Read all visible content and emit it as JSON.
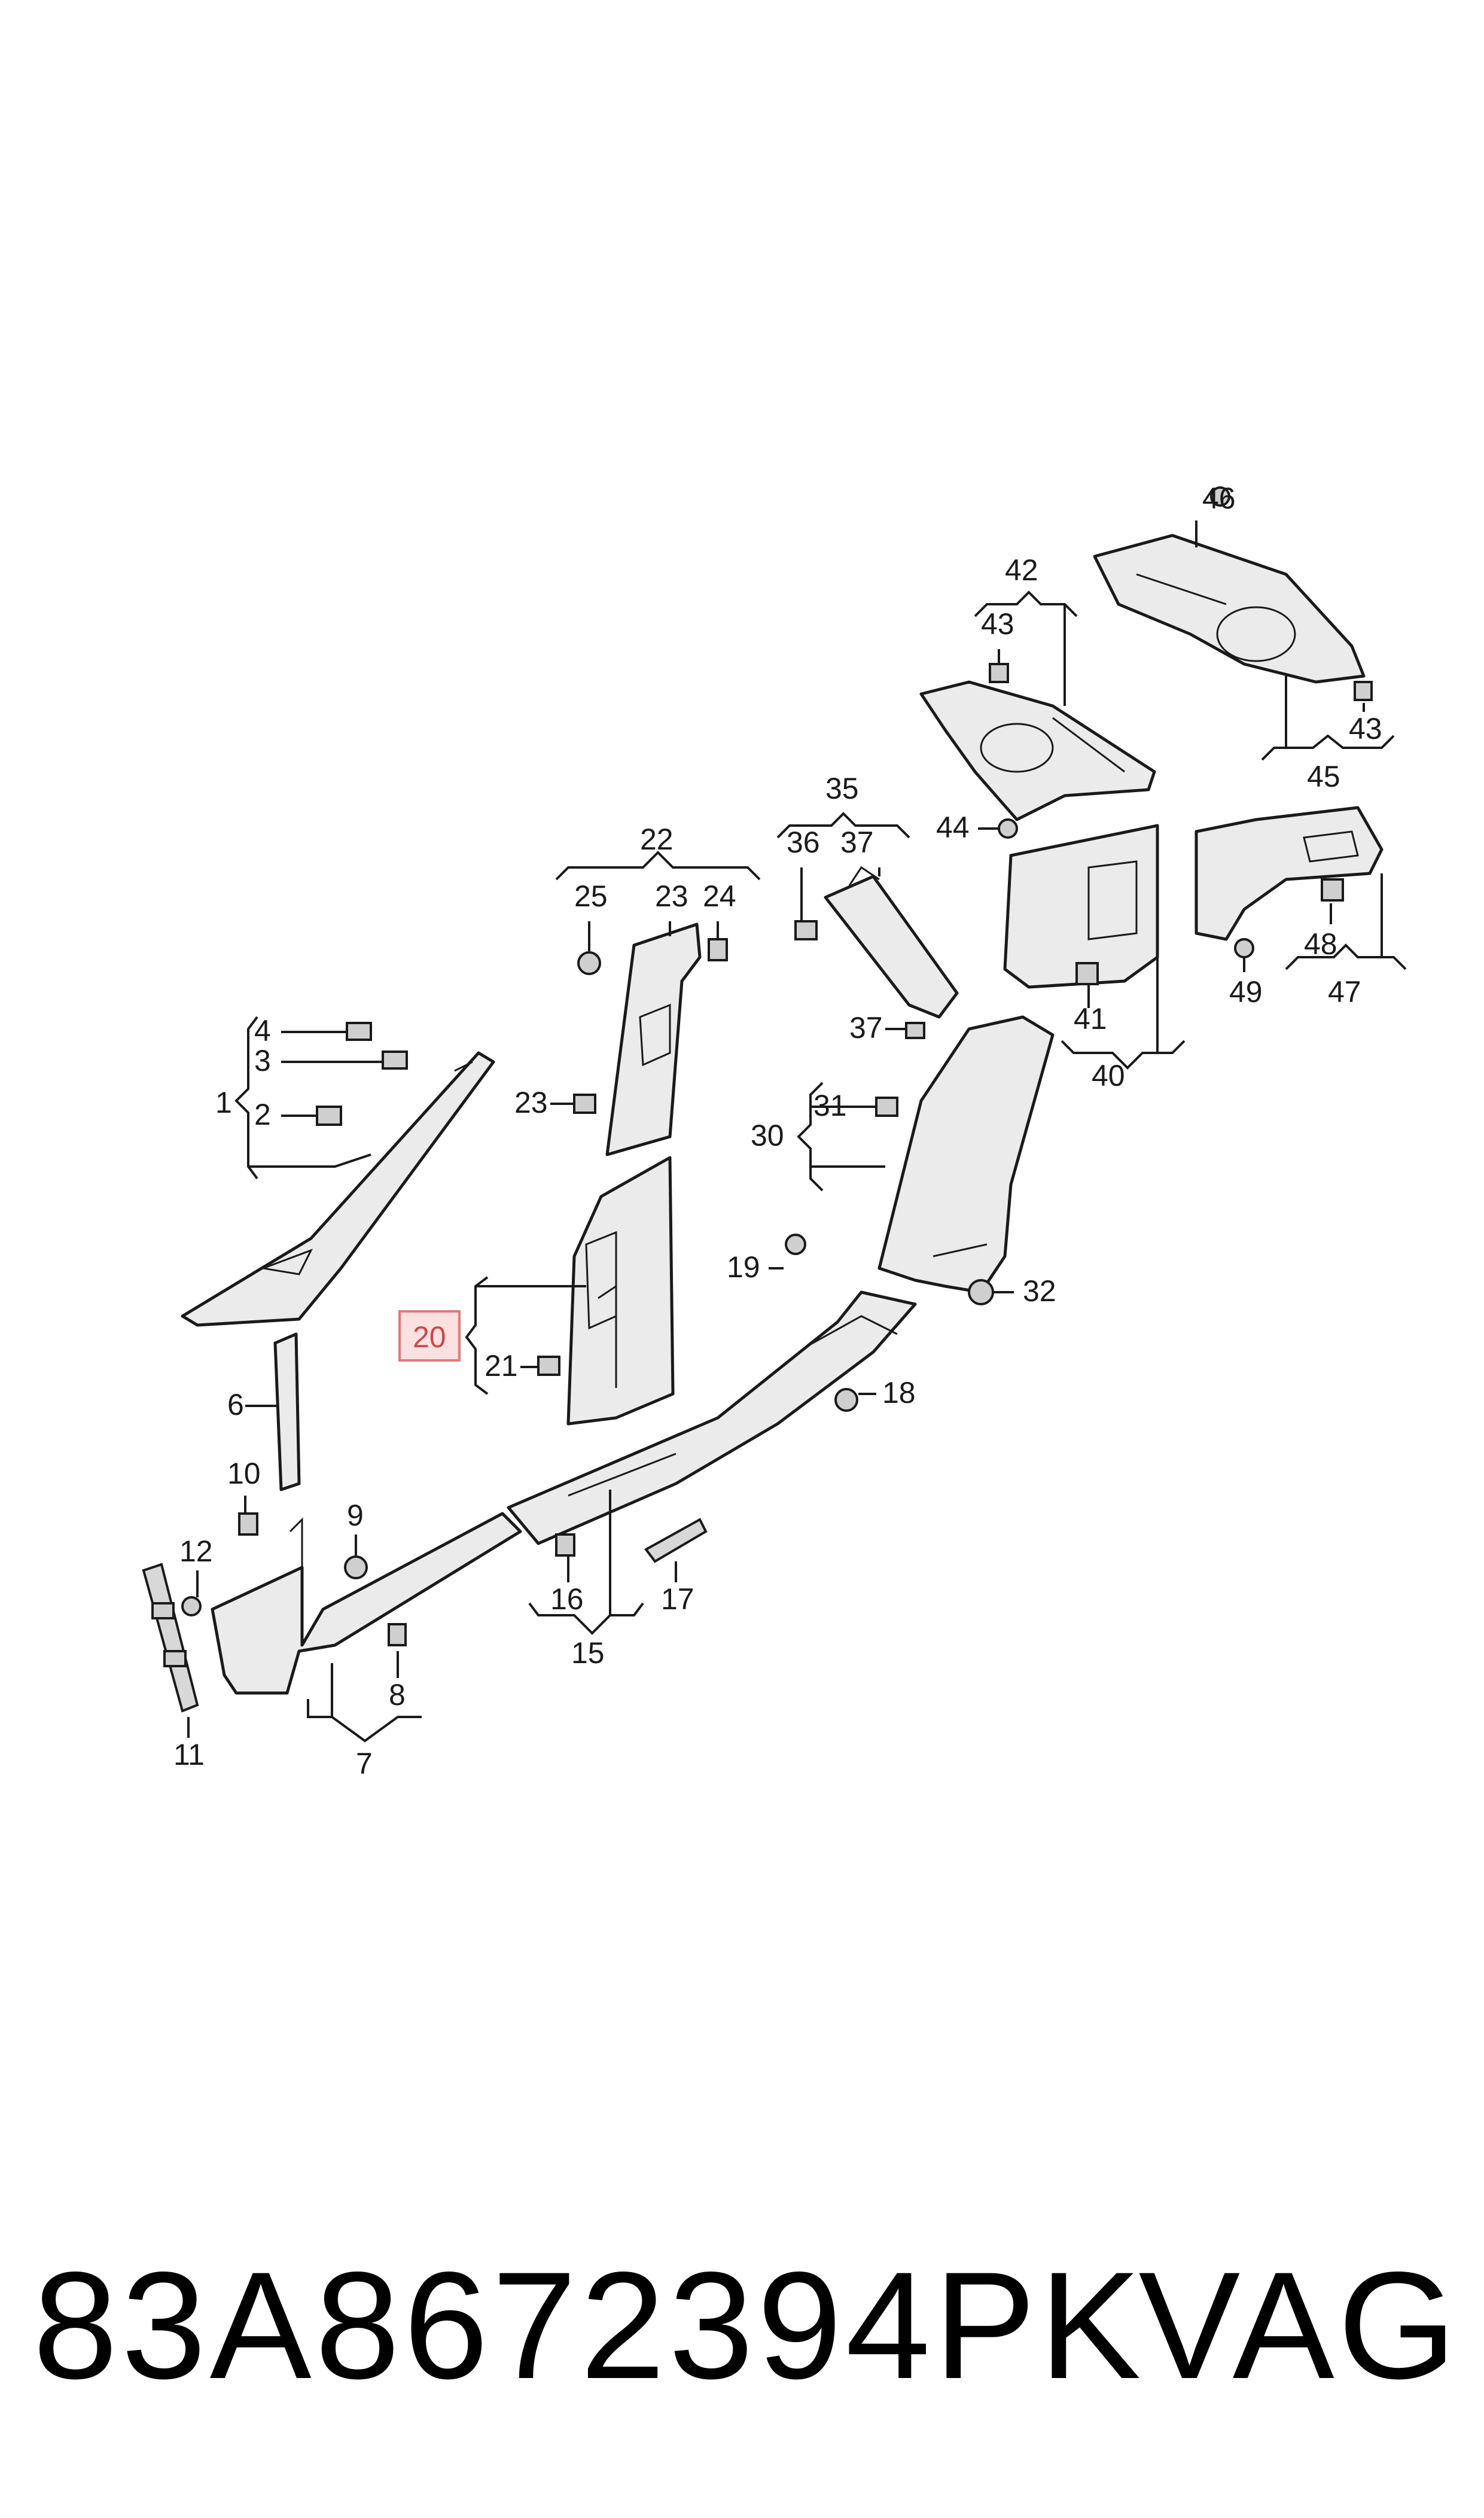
{
  "diagram": {
    "highlighted_callout": "20",
    "callouts": {
      "c1": "1",
      "c2": "2",
      "c3": "3",
      "c4": "4",
      "c6": "6",
      "c7": "7",
      "c8": "8",
      "c9": "9",
      "c10": "10",
      "c11": "11",
      "c12": "12",
      "c15": "15",
      "c16": "16",
      "c17": "17",
      "c18": "18",
      "c19": "19",
      "c20": "20",
      "c21": "21",
      "c22": "22",
      "c23a": "23",
      "c23b": "23",
      "c24": "24",
      "c25": "25",
      "c30": "30",
      "c31": "31",
      "c32": "32",
      "c35": "35",
      "c36": "36",
      "c37a": "37",
      "c37b": "37",
      "c40": "40",
      "c41": "41",
      "c42": "42",
      "c43a": "43",
      "c43b": "43",
      "c44": "44",
      "c45": "45",
      "c46": "46",
      "c47": "47",
      "c48": "48",
      "c49": "49"
    }
  },
  "footer": {
    "part_number": "83A8672394PK",
    "brand": "VAG"
  }
}
